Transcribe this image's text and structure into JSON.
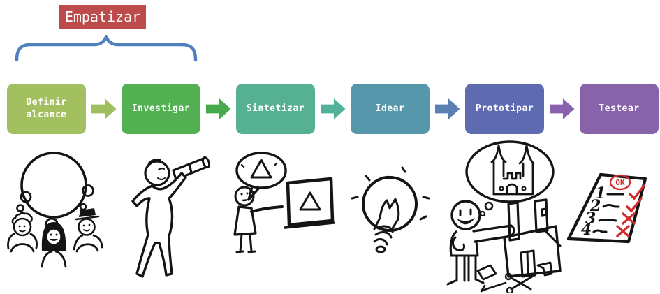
{
  "empathize": {
    "label": "Empatizar",
    "bg": "#bd4b4b",
    "brace_color": "#4f81bd"
  },
  "steps": [
    {
      "label": "Definir alcance",
      "bg": "#a2c05f",
      "icon": "shared-thought-people-sketch"
    },
    {
      "label": "Investigar",
      "bg": "#53b153",
      "icon": "person-telescope-sketch"
    },
    {
      "label": "Sintetizar",
      "bg": "#56b192",
      "icon": "person-presenting-board-sketch"
    },
    {
      "label": "Idear",
      "bg": "#5697ab",
      "icon": "lightbulb-sketch"
    },
    {
      "label": "Prototipar",
      "bg": "#5e6bb1",
      "icon": "person-building-prototype-sketch"
    },
    {
      "label": "Testear",
      "bg": "#8763aa",
      "icon": "checklist-sketch"
    }
  ],
  "arrows": [
    {
      "color": "#9dbf5d"
    },
    {
      "color": "#47aa4d"
    },
    {
      "color": "#51b29a"
    },
    {
      "color": "#5b80b2"
    },
    {
      "color": "#8a61ad"
    }
  ],
  "checklist": {
    "stamp": "OK",
    "items": [
      "1",
      "2",
      "3",
      "4"
    ],
    "results": [
      "check",
      "check",
      "cross",
      "cross"
    ],
    "ink_color": "#d22b2b"
  }
}
